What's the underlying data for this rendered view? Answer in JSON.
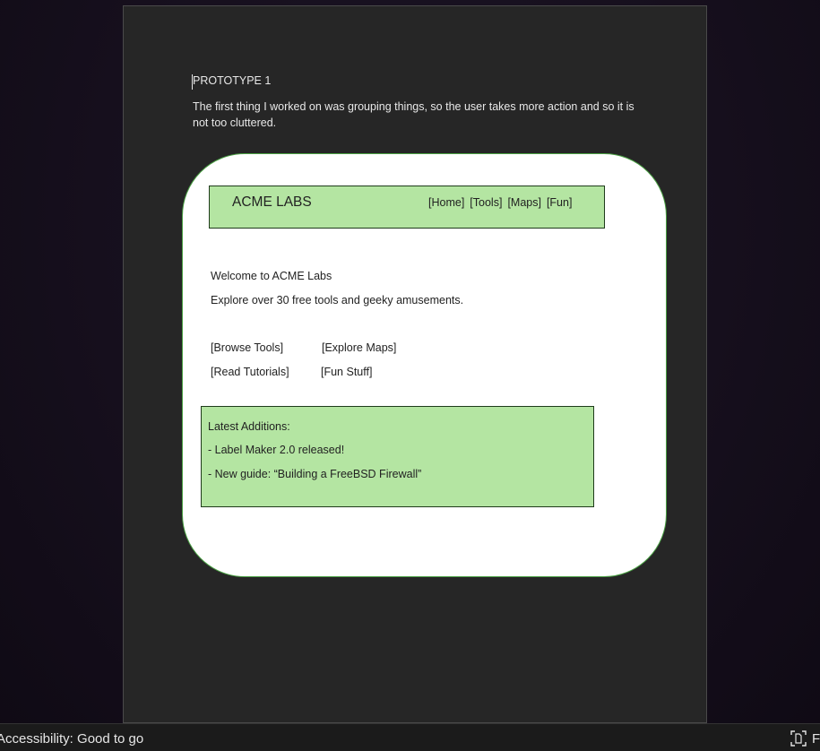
{
  "document": {
    "heading": "PROTOTYPE 1",
    "paragraph": "The first thing I worked on was grouping things, so the user takes more action and so it is not too cluttered."
  },
  "mockup": {
    "logo": "ACME LABS",
    "nav": [
      "[Home]",
      "[Tools]",
      "[Maps]",
      "[Fun]"
    ],
    "welcome": "Welcome to ACME Labs",
    "subtitle": "Explore over 30 free tools and geeky amusements.",
    "links": {
      "browse_tools": "[Browse Tools]",
      "explore_maps": "[Explore Maps]",
      "read_tutorials": "[Read Tutorials]",
      "fun_stuff": "[Fun Stuff]"
    },
    "latest": {
      "title": "Latest Additions:",
      "items": [
        "- Label Maker 2.0 released!",
        "- New guide: “Building a FreeBSD Firewall”"
      ]
    }
  },
  "status_bar": {
    "accessibility": "Accessibility: Good to go",
    "focus_label": "F",
    "focus_icon": "focus-mode-icon"
  },
  "colors": {
    "mock_green": "#b4e5a2",
    "frame_border": "#4aa043",
    "page_bg": "#262626"
  }
}
